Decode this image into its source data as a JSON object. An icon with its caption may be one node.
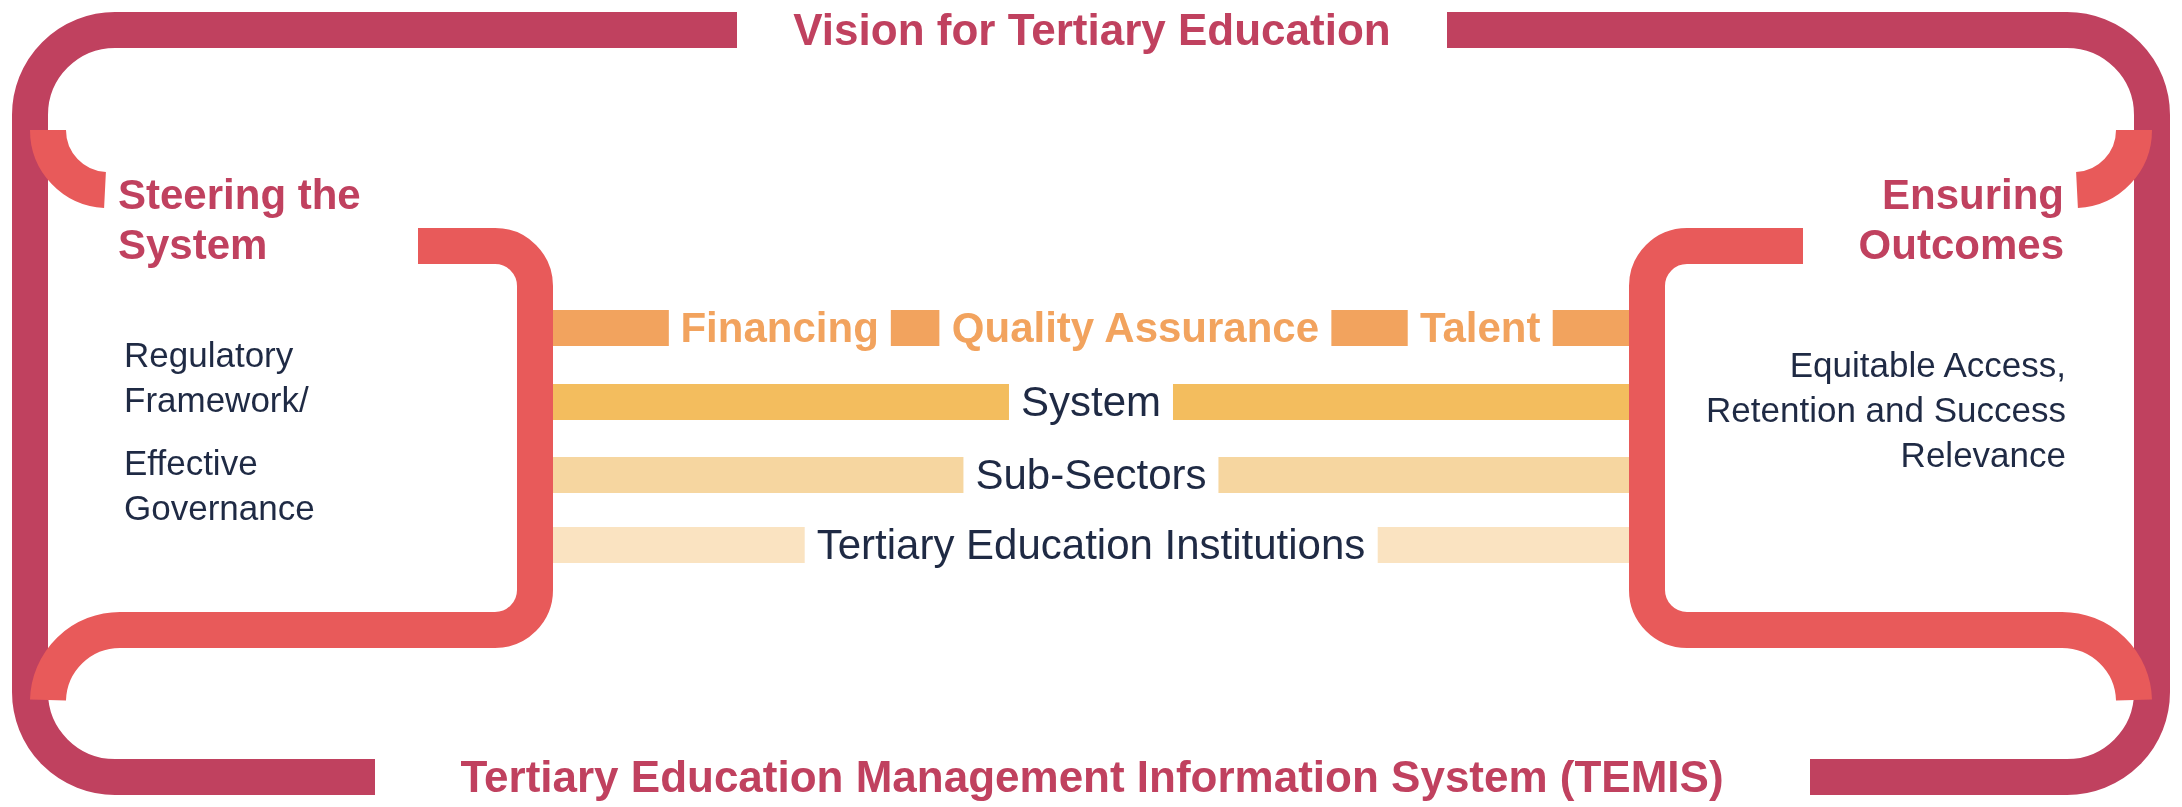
{
  "diagram": {
    "nodes": [
      {
        "text": [
          "Vision for Tertiary Education",
          "Tertiary Education Management Information System (TEMIS)"
        ]
      },
      {
        "text": [
          "Steering the System",
          "Regulatory Framework/",
          "Effective Governance"
        ],
        "in": 0
      },
      {
        "text": [
          "Ensuring Outcomes",
          "Equitable Access, Retention and Success Relevance"
        ],
        "in": 0
      },
      {
        "text": [
          "Financing",
          "Quality Assurance",
          "Talent"
        ],
        "in": 0
      },
      {
        "text": [
          "System"
        ],
        "in": 0
      },
      {
        "text": [
          "Sub-Sectors"
        ],
        "in": 0
      },
      {
        "text": [
          "Tertiary Education Institutions"
        ],
        "in": 0
      }
    ]
  }
}
